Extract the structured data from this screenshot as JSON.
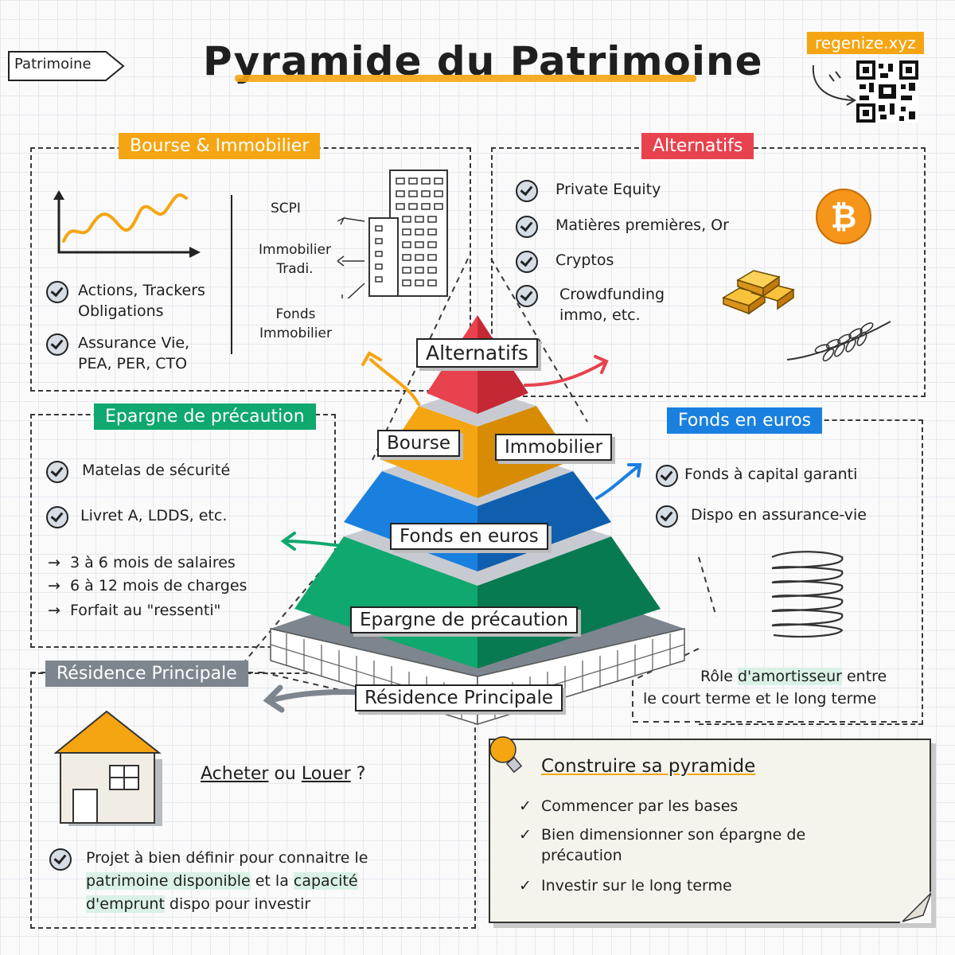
{
  "corner_tag": "Patrimoine",
  "title": "Pyramide du Patrimoine",
  "brand": "regenize.xyz",
  "colors": {
    "orange": "#f5a512",
    "red": "#e8424f",
    "green": "#0fa86e",
    "blue": "#1a80e0",
    "gray": "#7d868e",
    "paper": "#f5f4ec"
  },
  "bourse_immo": {
    "label": "Bourse & Immobilier",
    "items": [
      "Actions, Trackers\nObligations",
      "Assurance Vie,\nPEA, PER, CTO"
    ],
    "immo": [
      "SCPI",
      "Immobilier\nTradi.",
      "Fonds\nImmobilier"
    ]
  },
  "alternatifs": {
    "label": "Alternatifs",
    "items": [
      "Private Equity",
      "Matières premières, Or",
      "Cryptos",
      "Crowdfunding\nimmo, etc."
    ],
    "icons": [
      "bitcoin-icon",
      "gold-bars-icon",
      "wheat-icon"
    ]
  },
  "epargne": {
    "label": "Epargne de précaution",
    "items": [
      "Matelas de sécurité",
      "Livret A, LDDS, etc."
    ],
    "arrows": [
      "3 à 6 mois de salaires",
      "6 à 12 mois de charges",
      "Forfait au \"ressenti\""
    ]
  },
  "fonds_euros": {
    "label": "Fonds en euros",
    "items": [
      "Fonds à capital garanti",
      "Dispo en assurance-vie"
    ],
    "note_pre": "Rôle ",
    "note_hl": "d'amortisseur",
    "note_post": " entre",
    "note_line2": "le court terme et le long terme"
  },
  "residence": {
    "label": "Résidence Principale",
    "acheter": "Acheter",
    "ou": " ou ",
    "louer": "Louer",
    "qmark": " ?",
    "desc_1": "Projet à bien définir pour connaitre le",
    "desc_2a": "patrimoine disponible",
    "desc_2b": " et la ",
    "desc_2c": "capacité",
    "desc_3a": "d'emprunt",
    "desc_3b": " dispo pour investir"
  },
  "pyramid": {
    "levels": [
      "Alternatifs",
      "Bourse",
      "Immobilier",
      "Fonds en euros",
      "Epargne de précaution",
      "Résidence Principale"
    ]
  },
  "construire": {
    "title": "Construire sa pyramide",
    "items": [
      "Commencer par les bases",
      "Bien dimensionner son épargne de\nprécaution",
      "Investir sur le long terme"
    ]
  }
}
